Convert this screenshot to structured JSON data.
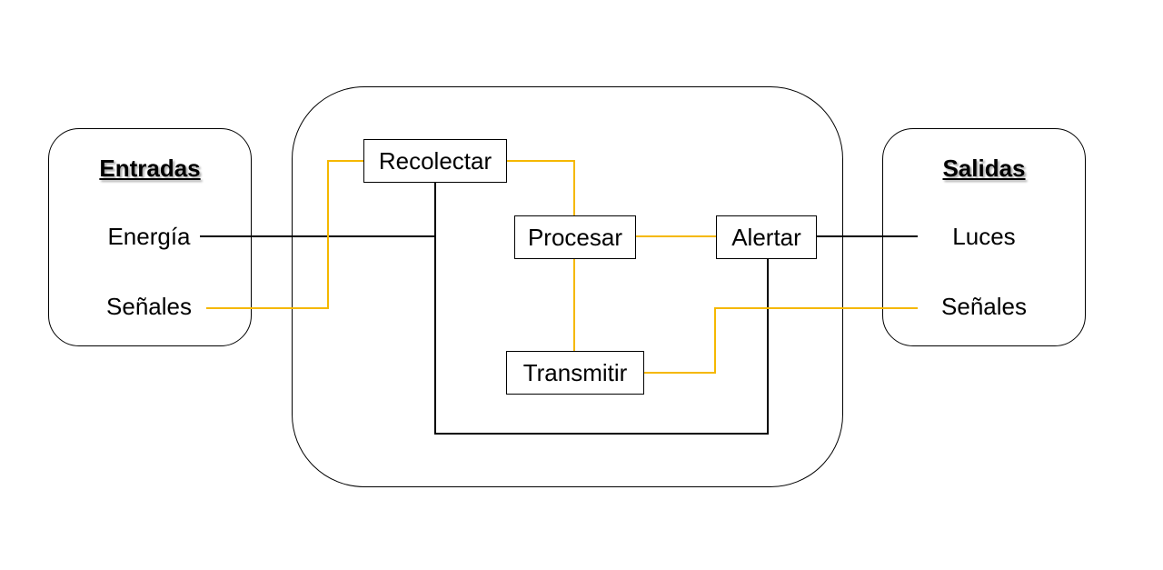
{
  "inputs": {
    "heading": "Entradas",
    "items": [
      "Energía",
      "Señales"
    ]
  },
  "outputs": {
    "heading": "Salidas",
    "items": [
      "Luces",
      "Señales"
    ]
  },
  "processes": {
    "collect": "Recolectar",
    "process": "Procesar",
    "alert": "Alertar",
    "transmit": "Transmitir"
  },
  "colors": {
    "power_line": "#000000",
    "signal_line": "#f5b800",
    "border": "#000000"
  }
}
